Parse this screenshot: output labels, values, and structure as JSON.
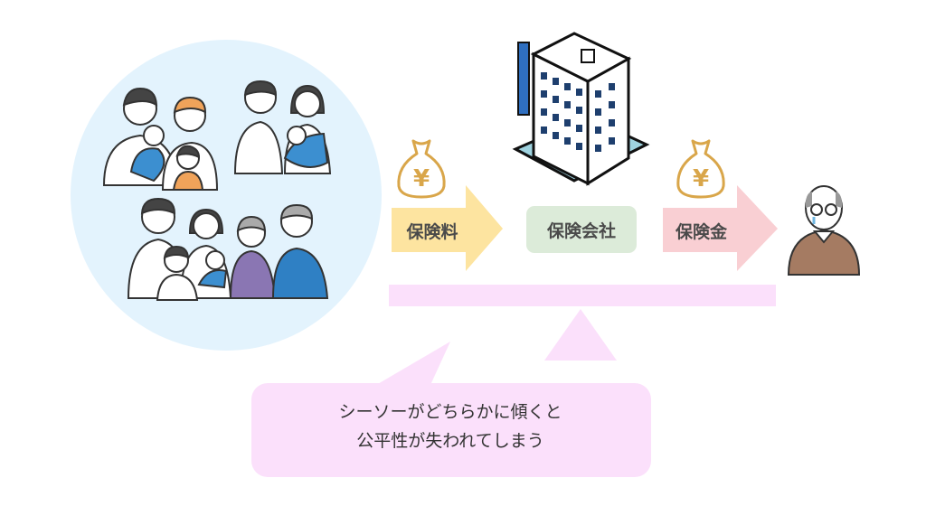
{
  "labels": {
    "premium": "保険料",
    "insurer": "保険会社",
    "payout": "保険金"
  },
  "money_symbol": "¥",
  "speech": {
    "line1": "シーソーがどちらかに傾くと",
    "line2": "公平性が失われてしまう"
  },
  "colors": {
    "circle": "#e3f3fd",
    "premium_arrow": "#fde4a0",
    "insurer_box": "#dcebd9",
    "payout_arrow": "#f9cfd3",
    "seesaw": "#fbe0fb",
    "bag": "#d9a64a"
  }
}
